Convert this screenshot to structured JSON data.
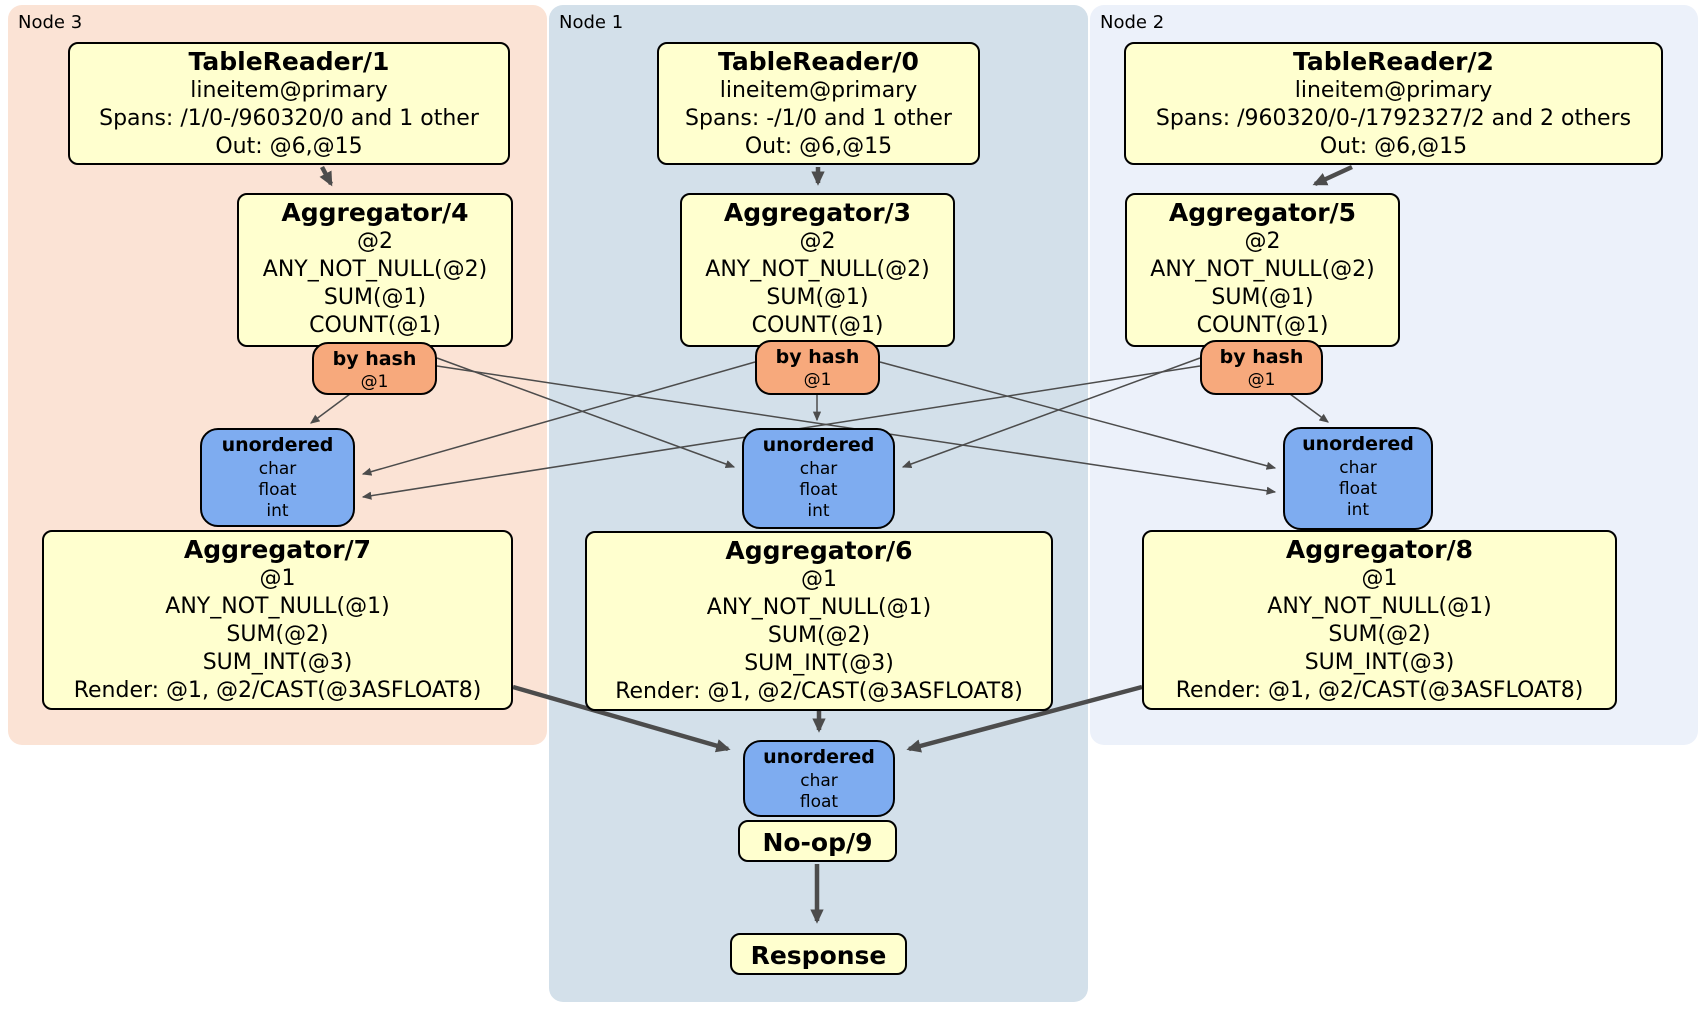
{
  "colors": {
    "node3_bg": "#fbe3d5",
    "node1_bg": "#d3e0ea",
    "node2_bg": "#ecf1fa",
    "processor_bg": "#ffffcf",
    "router_bg": "#f7a97c",
    "sync_bg": "#7eacf0",
    "edge_color": "#4c4c4c"
  },
  "panels": {
    "node3": {
      "label": "Node 3"
    },
    "node1": {
      "label": "Node 1"
    },
    "node2": {
      "label": "Node 2"
    }
  },
  "processors": {
    "tr1": {
      "title": "TableReader/1",
      "lines": [
        "lineitem@primary",
        "Spans: /1/0-/960320/0 and 1 other",
        "Out: @6,@15"
      ]
    },
    "tr0": {
      "title": "TableReader/0",
      "lines": [
        "lineitem@primary",
        "Spans: -/1/0 and 1 other",
        "Out: @6,@15"
      ]
    },
    "tr2": {
      "title": "TableReader/2",
      "lines": [
        "lineitem@primary",
        "Spans: /960320/0-/1792327/2 and 2 others",
        "Out: @6,@15"
      ]
    },
    "agg4": {
      "title": "Aggregator/4",
      "lines": [
        "@2",
        "ANY_NOT_NULL(@2)",
        "SUM(@1)",
        "COUNT(@1)"
      ]
    },
    "agg3": {
      "title": "Aggregator/3",
      "lines": [
        "@2",
        "ANY_NOT_NULL(@2)",
        "SUM(@1)",
        "COUNT(@1)"
      ]
    },
    "agg5": {
      "title": "Aggregator/5",
      "lines": [
        "@2",
        "ANY_NOT_NULL(@2)",
        "SUM(@1)",
        "COUNT(@1)"
      ]
    },
    "agg7": {
      "title": "Aggregator/7",
      "lines": [
        "@1",
        "ANY_NOT_NULL(@1)",
        "SUM(@2)",
        "SUM_INT(@3)",
        "Render: @1, @2/CAST(@3ASFLOAT8)"
      ]
    },
    "agg6": {
      "title": "Aggregator/6",
      "lines": [
        "@1",
        "ANY_NOT_NULL(@1)",
        "SUM(@2)",
        "SUM_INT(@3)",
        "Render: @1, @2/CAST(@3ASFLOAT8)"
      ]
    },
    "agg8": {
      "title": "Aggregator/8",
      "lines": [
        "@1",
        "ANY_NOT_NULL(@1)",
        "SUM(@2)",
        "SUM_INT(@3)",
        "Render: @1, @2/CAST(@3ASFLOAT8)"
      ]
    },
    "noop": {
      "title": "No-op/9"
    },
    "response": {
      "title": "Response"
    }
  },
  "routers": {
    "bh3": {
      "title": "by hash",
      "detail": "@1"
    },
    "bh1": {
      "title": "by hash",
      "detail": "@1"
    },
    "bh2": {
      "title": "by hash",
      "detail": "@1"
    }
  },
  "syncs": {
    "un3": {
      "title": "unordered",
      "streams": [
        "char",
        "float",
        "int"
      ]
    },
    "un1": {
      "title": "unordered",
      "streams": [
        "char",
        "float",
        "int"
      ]
    },
    "un2": {
      "title": "unordered",
      "streams": [
        "char",
        "float",
        "int"
      ]
    },
    "unf": {
      "title": "unordered",
      "streams": [
        "char",
        "float"
      ]
    }
  }
}
